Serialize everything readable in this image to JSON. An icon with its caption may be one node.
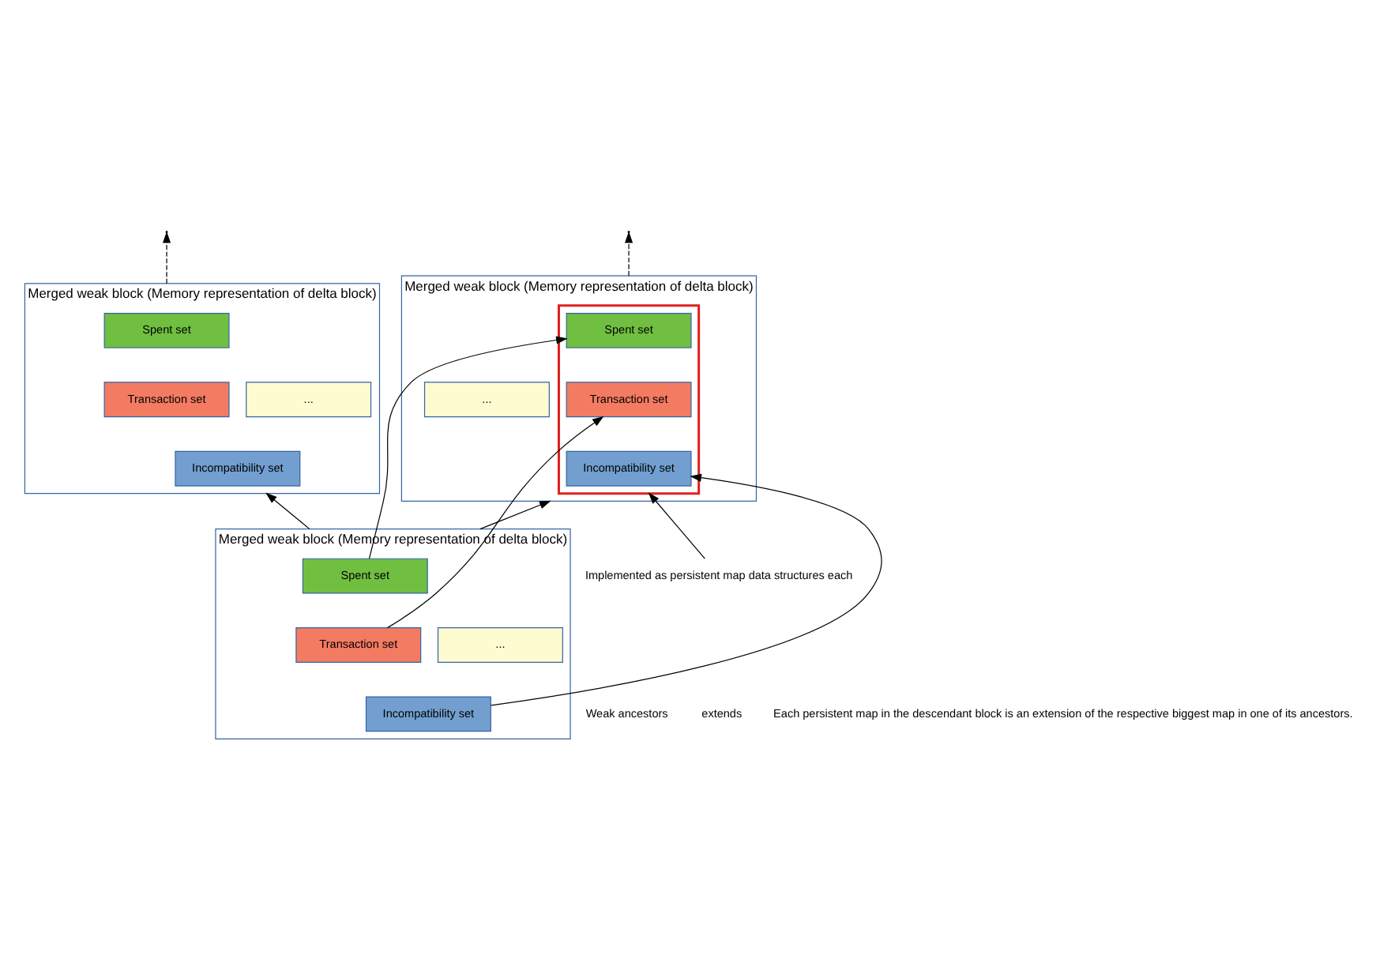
{
  "diagram": {
    "nodes": [
      {
        "text": [
          "Merged weak block (Memory representation of delta block)"
        ]
      },
      {
        "text": [
          "..."
        ],
        "in": 0
      },
      {
        "text": [],
        "shape": "box",
        "in": 0
      },
      {
        "text": [
          "Spent set"
        ],
        "in": 2
      },
      {
        "text": [
          "Transaction set"
        ],
        "in": 2
      },
      {
        "text": [
          "Incompatibility set"
        ],
        "in": 2
      },
      {
        "text": [
          "Merged weak block (Memory representation of delta block)"
        ]
      },
      {
        "text": [
          "..."
        ],
        "in": 6
      },
      {
        "text": [
          "Spent set"
        ],
        "in": 6
      },
      {
        "text": [
          "Transaction set"
        ],
        "in": 6
      },
      {
        "text": [
          "Incompatibility set"
        ],
        "in": 6
      },
      {
        "text": [
          "Merged weak block (Memory representation of delta block)"
        ]
      },
      {
        "text": [
          "..."
        ],
        "in": 11
      },
      {
        "text": [
          "Spent set"
        ],
        "in": 11
      },
      {
        "text": [
          "Transaction set"
        ],
        "in": 11
      },
      {
        "text": [
          "Incompatibility set"
        ],
        "in": 11
      },
      {
        "text": [
          "Implemented as persistent map data structures each"
        ]
      }
    ],
    "edges": [
      {
        "from": 0,
        "to": null,
        "arrow": "to",
        "style": "dashed"
      },
      {
        "from": 6,
        "to": null,
        "arrow": "to",
        "style": "dashed"
      },
      {
        "from": 13,
        "to": 3,
        "arrow": "to"
      },
      {
        "from": 14,
        "to": 4,
        "arrow": "to"
      },
      {
        "from": 15,
        "to": 5,
        "arrow": "to"
      },
      {
        "from": 11,
        "to": 0,
        "arrow": "to"
      },
      {
        "from": 11,
        "to": 6,
        "arrow": "to"
      },
      {
        "from": 16,
        "to": 2,
        "arrow": "to"
      }
    ],
    "labels": [
      "Weak ancestors",
      "extends",
      "Each persistent map in the descendant block is an extension of the respective biggest map in one of its ancestors."
    ]
  }
}
